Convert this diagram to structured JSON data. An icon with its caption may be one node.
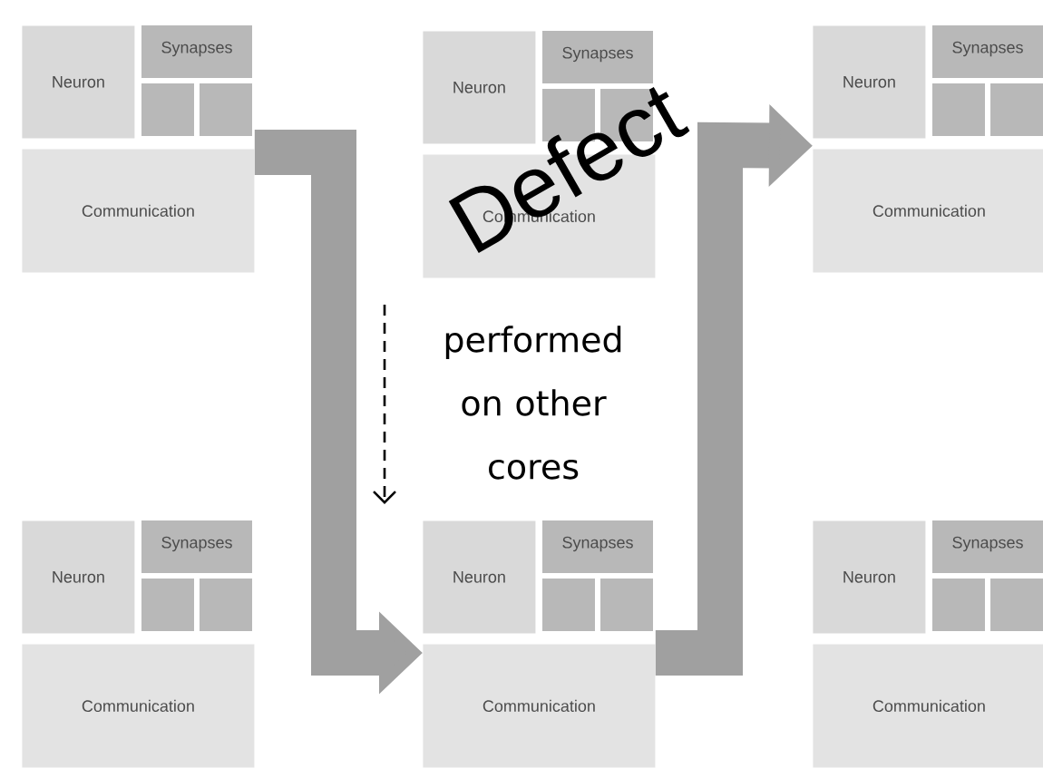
{
  "diagram": {
    "nodes": [
      {
        "text": [
          "Neuron"
        ]
      },
      {
        "text": [
          "Synapses"
        ]
      },
      {
        "text": [
          "Communication"
        ]
      },
      {
        "text": [
          "Neuron"
        ]
      },
      {
        "text": [
          "Synapses"
        ]
      },
      {
        "text": [
          "Communication"
        ]
      },
      {
        "text": [
          "Neuron"
        ]
      },
      {
        "text": [
          "Synapses"
        ]
      },
      {
        "text": [
          "Communication"
        ]
      },
      {
        "text": [
          "Neuron"
        ]
      },
      {
        "text": [
          "Synapses"
        ]
      },
      {
        "text": [
          "Communication"
        ]
      },
      {
        "text": [
          "Neuron"
        ]
      },
      {
        "text": [
          "Synapses"
        ]
      },
      {
        "text": [
          "Communication"
        ]
      },
      {
        "text": [
          "Neuron"
        ]
      },
      {
        "text": [
          "Synapses"
        ]
      },
      {
        "text": [
          "Communication"
        ]
      }
    ],
    "edges": [
      {
        "from": 2,
        "to": 14,
        "arrow": "to"
      },
      {
        "from": 14,
        "to": 6,
        "arrow": "to"
      }
    ],
    "labels": [
      "Defect",
      "performed on other cores"
    ]
  }
}
